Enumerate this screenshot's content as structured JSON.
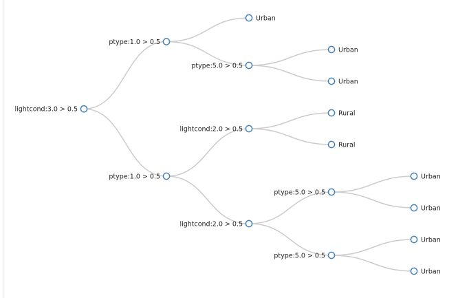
{
  "colors": {
    "link": "#cccccc",
    "node_stroke": "#4682b4",
    "node_fill": "#ffffff",
    "label": "#222222"
  },
  "tree": {
    "label": "lightcond:3.0 > 0.5",
    "children": [
      {
        "label": "ptype:1.0 > 0.5",
        "children": [
          {
            "label": "Urban"
          },
          {
            "label": "ptype:5.0 > 0.5",
            "children": [
              {
                "label": "Urban"
              },
              {
                "label": "Urban"
              }
            ]
          }
        ]
      },
      {
        "label": "ptype:1.0 > 0.5",
        "children": [
          {
            "label": "lightcond:2.0 > 0.5",
            "children": [
              {
                "label": "Rural"
              },
              {
                "label": "Rural"
              }
            ]
          },
          {
            "label": "lightcond:2.0 > 0.5",
            "children": [
              {
                "label": "ptype:5.0 > 0.5",
                "children": [
                  {
                    "label": "Urban"
                  },
                  {
                    "label": "Urban"
                  }
                ]
              },
              {
                "label": "ptype:5.0 > 0.5",
                "children": [
                  {
                    "label": "Urban"
                  },
                  {
                    "label": "Urban"
                  }
                ]
              }
            ]
          }
        ]
      }
    ]
  }
}
